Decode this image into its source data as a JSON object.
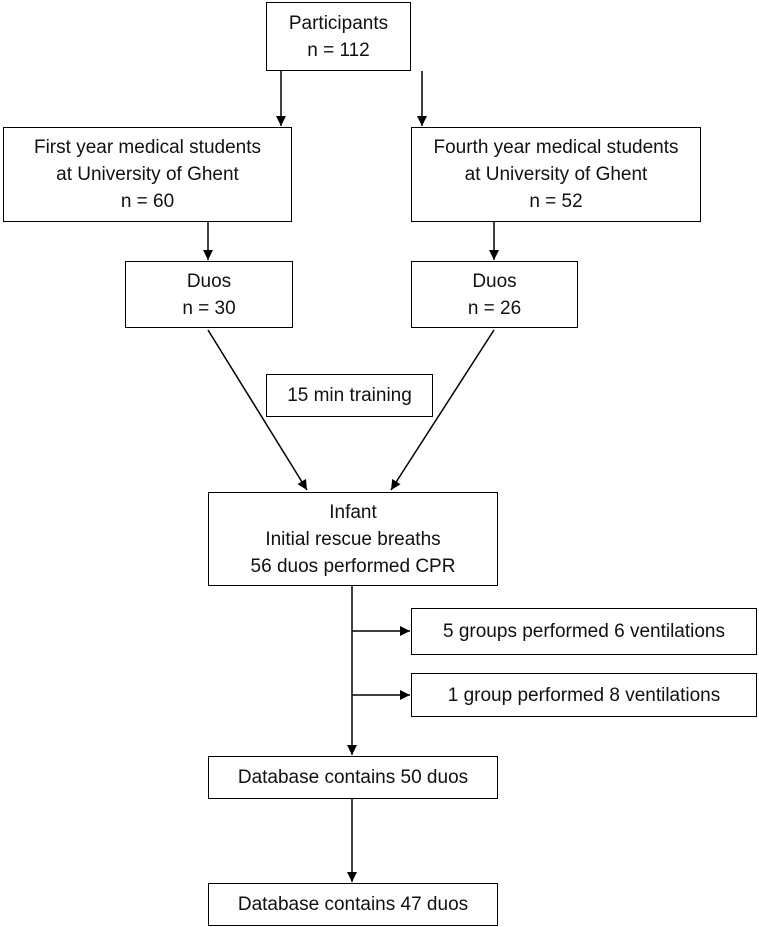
{
  "diagram": {
    "participants": {
      "line1": "Participants",
      "line2": "n = 112"
    },
    "first_year": {
      "line1": "First year medical students",
      "line2": "at University of Ghent",
      "line3": "n = 60"
    },
    "fourth_year": {
      "line1": "Fourth year medical students",
      "line2": "at University of Ghent",
      "line3": "n = 52"
    },
    "duos_first": {
      "line1": "Duos",
      "line2": "n = 30"
    },
    "duos_fourth": {
      "line1": "Duos",
      "line2": "n = 26"
    },
    "training": {
      "label": "15 min training"
    },
    "infant": {
      "line1": "Infant",
      "line2": "Initial rescue breaths",
      "line3": "56 duos performed CPR"
    },
    "excluded_six": {
      "label": "5 groups performed 6 ventilations"
    },
    "excluded_eight": {
      "label": "1 group performed 8 ventilations"
    },
    "database_50": {
      "label": "Database contains 50 duos"
    },
    "database_47": {
      "label": "Database contains 47 duos"
    }
  },
  "colors": {
    "line": "#000000",
    "box_fill": "#ffffff",
    "text": "#111111"
  }
}
